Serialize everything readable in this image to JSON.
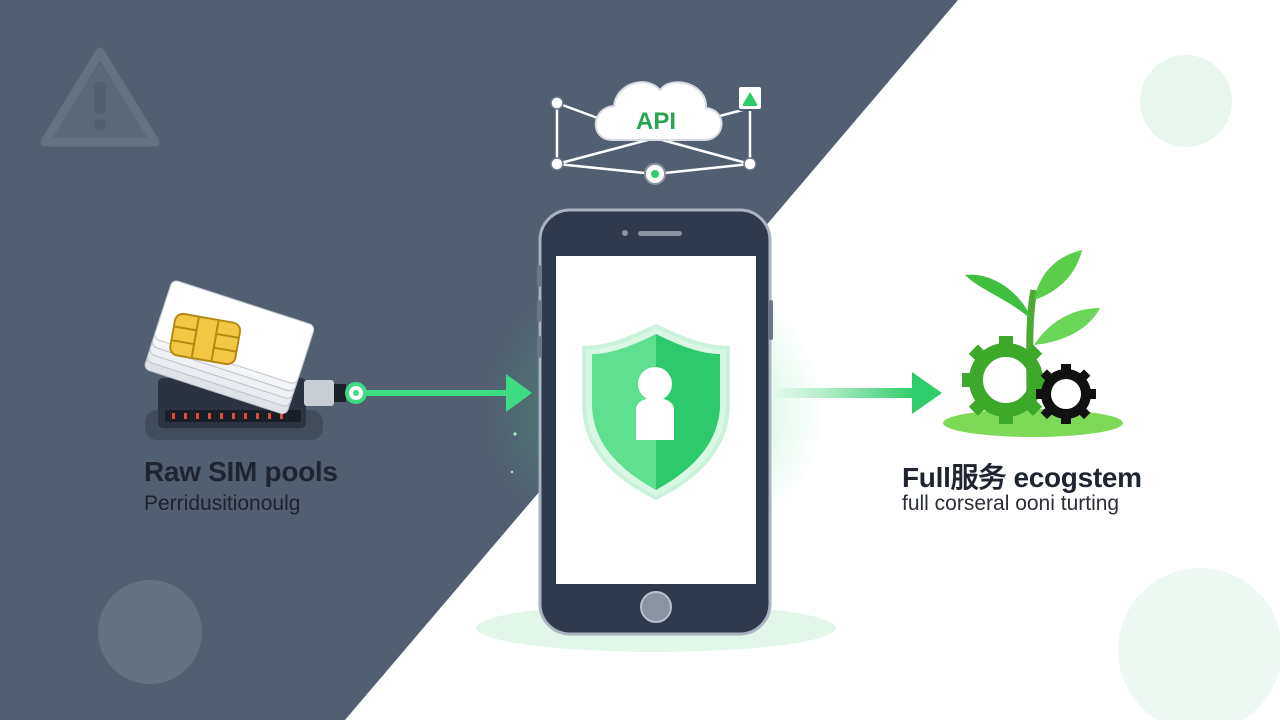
{
  "left": {
    "title": "Raw SIM pools",
    "subtitle": "Perridusitionoulg"
  },
  "center": {
    "cloud_label": "API"
  },
  "right": {
    "title": "Full服务 ecogstem",
    "subtitle": "full corseral ooni turting"
  },
  "icons": {
    "warning": "warning-triangle-icon",
    "sim": "sim-card-stack-icon",
    "cloud": "api-cloud-icon",
    "phone": "smartphone-icon",
    "shield": "shield-user-icon",
    "plant": "plant-gears-icon"
  },
  "colors": {
    "dark_panel": "#525f70",
    "accent_green": "#2ecc6a",
    "light_green": "#e8f6ee",
    "phone_body": "#2f3a4c",
    "sim_chip": "#f2c744"
  }
}
